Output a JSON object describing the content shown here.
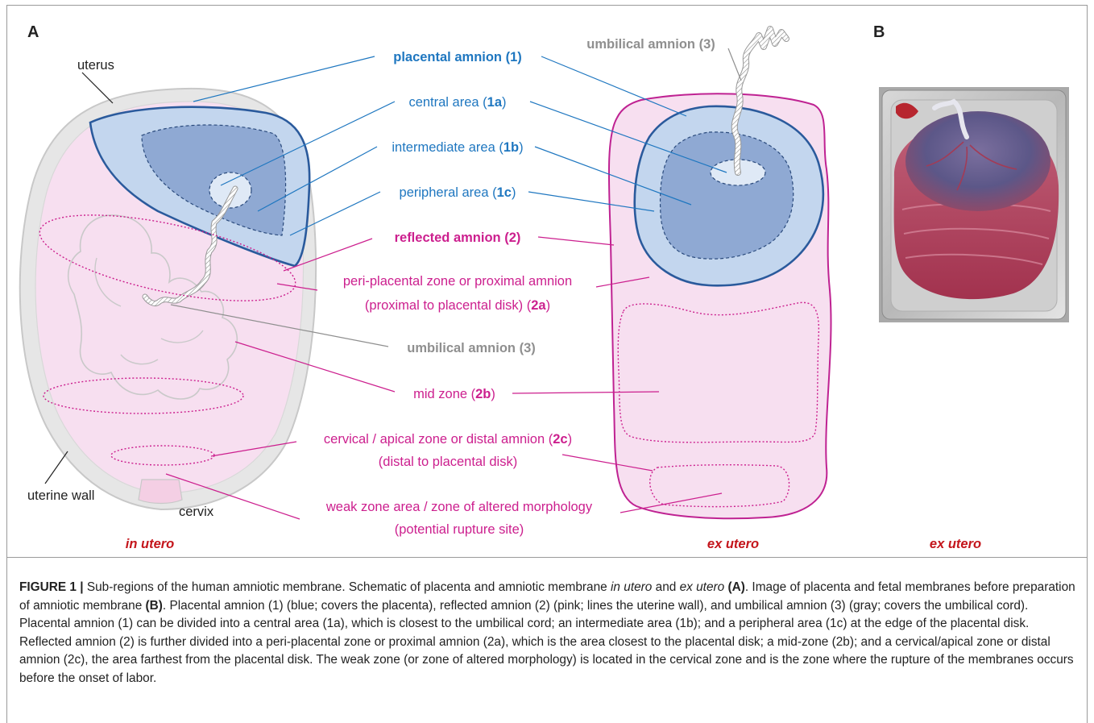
{
  "panels": {
    "a_letter": "A",
    "b_letter": "B"
  },
  "left_labels": {
    "uterus": "uterus",
    "uterine_wall": "uterine wall",
    "cervix": "cervix"
  },
  "bottom_labels": {
    "in_utero": "in utero",
    "ex_utero_left": "ex utero",
    "ex_utero_right": "ex utero"
  },
  "labels": {
    "placental_amnion": "placental amnion (1)",
    "central_area_pre": "central area (",
    "central_area_num": "1a",
    "central_area_post": ")",
    "intermediate_area_pre": "intermediate area (",
    "intermediate_area_num": "1b",
    "intermediate_area_post": ")",
    "peripheral_area_pre": "peripheral area (",
    "peripheral_area_num": "1c",
    "peripheral_area_post": ")",
    "reflected_amnion": "reflected amnion (2)",
    "peri_placental_line1": "peri-placental zone or proximal amnion",
    "peri_placental_line2_pre": "(proximal to placental disk) (",
    "peri_placental_line2_num": "2a",
    "peri_placental_line2_post": ")",
    "umbilical_amnion_mid": "umbilical amnion (3)",
    "umbilical_amnion_top": "umbilical amnion (3)",
    "mid_zone_pre": "mid zone (",
    "mid_zone_num": "2b",
    "mid_zone_post": ")",
    "cervical_line1_pre": "cervical / apical zone or distal amnion (",
    "cervical_line1_num": "2c",
    "cervical_line1_post": ")",
    "cervical_line2": "(distal to placental disk)",
    "weak_line1": "weak zone area / zone of altered morphology",
    "weak_line2": "(potential rupture site)"
  },
  "caption": {
    "figure_label": "FIGURE 1 |",
    "s1": " Sub-regions of the human amniotic membrane. Schematic of placenta and amniotic membrane ",
    "in_utero": "in utero",
    "and": " and ",
    "ex_utero": "ex utero",
    "s2": " ",
    "panel_a": "(A)",
    "s3": ". Image of placenta and fetal membranes before preparation of amniotic membrane ",
    "panel_b": "(B)",
    "s4": ". Placental amnion (1) (blue; covers the placenta), reflected amnion (2) (pink; lines the uterine wall), and umbilical amnion (3) (gray; covers the umbilical cord). Placental amnion (1) can be divided into a central area (1a), which is closest to the umbilical cord; an intermediate area (1b); and a peripheral area (1c) at the edge of the placental disk. Reflected amnion (2) is further divided into a peri-placental zone or proximal amnion (2a), which is the area closest to the placental disk; a mid-zone (2b); and a cervical/apical zone or distal amnion (2c), the area farthest from the placental disk. The weak zone (or zone of altered morphology) is located in the cervical zone and is the zone where the rupture of the membranes occurs before the onset of labor."
  },
  "colors": {
    "placental_blue": "#1f77c0",
    "reflected_pink": "#cc1f8e",
    "umbilical_gray": "#8f8f8f",
    "in_utero_red": "#c4161c"
  }
}
